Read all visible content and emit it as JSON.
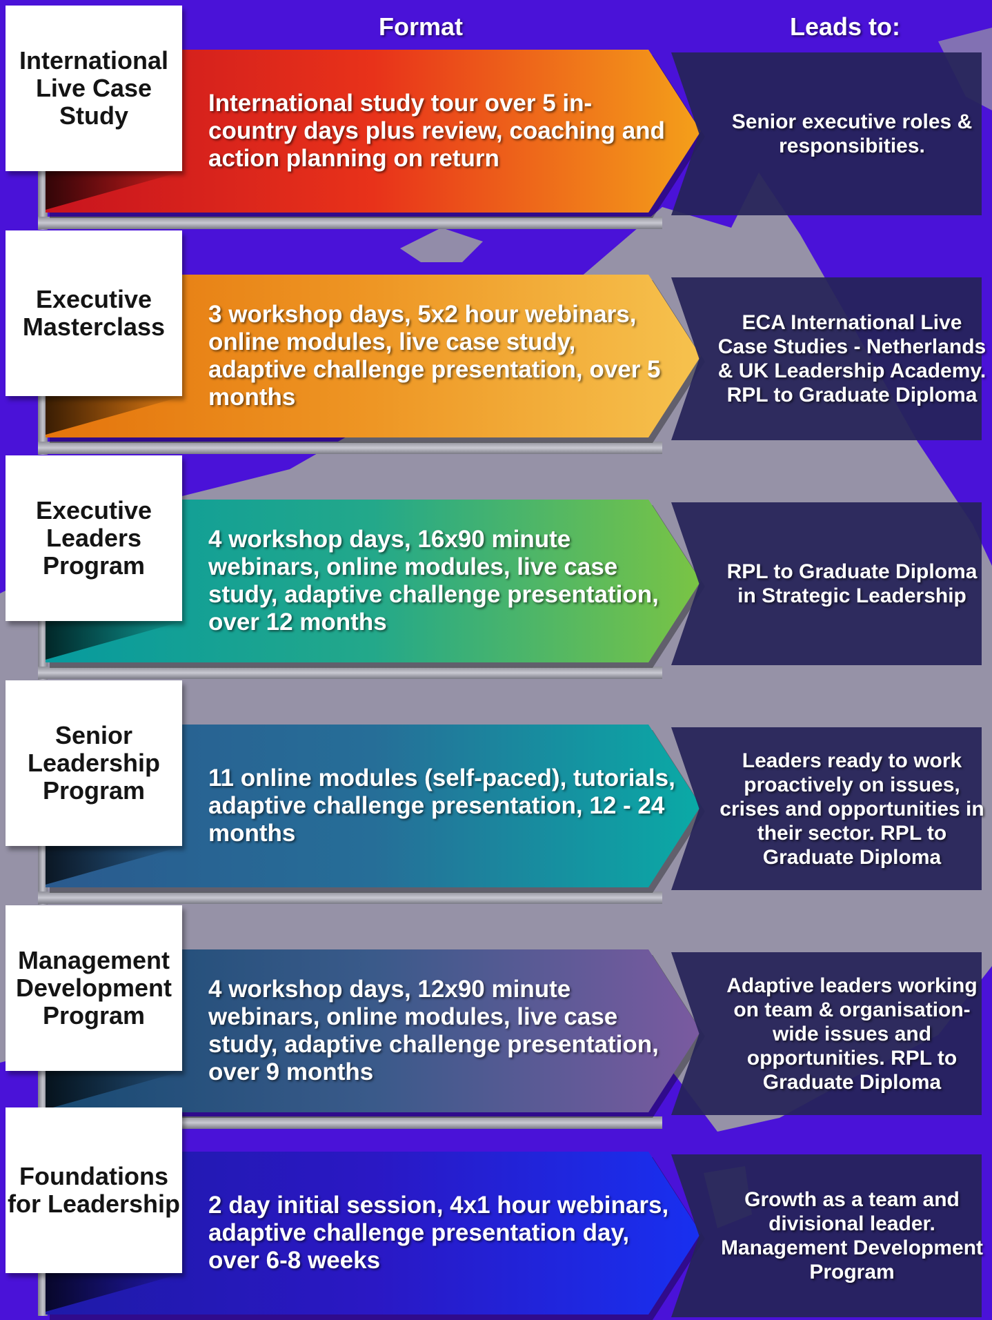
{
  "headers": {
    "format": "Format",
    "leads_to": "Leads to:"
  },
  "rows": [
    {
      "program": "International Live Case Study",
      "format": "International study tour over 5 in-country days plus review, coaching and action planning on return",
      "leads_to": "Senior executive roles & responsibities.",
      "gradient": [
        "#c8141e",
        "#e8321a",
        "#f4a01a"
      ]
    },
    {
      "program": "Executive Masterclass",
      "format": "3 workshop days, 5x2 hour webinars, online modules, live case study, adaptive challenge presentation, over 5 months",
      "leads_to": "ECA International Live Case Studies - Netherlands & UK Leadership Academy. RPL to Graduate Diploma",
      "gradient": [
        "#e4740c",
        "#ee9624",
        "#f6c24e"
      ]
    },
    {
      "program": "Executive Leaders Program",
      "format": "4 workshop days, 16x90 minute webinars, online modules, live case study, adaptive challenge presentation, over 12 months",
      "leads_to": "RPL to Graduate Diploma in Strategic Leadership",
      "gradient": [
        "#079a9e",
        "#23a88a",
        "#7ac444"
      ]
    },
    {
      "program": "Senior Leadership Program",
      "format": "11 online modules (self-paced), tutorials, adaptive challenge presentation, 12 - 24 months",
      "leads_to": "Leaders ready to work proactively on issues, crises and opportunities in their sector. RPL to Graduate Diploma",
      "gradient": [
        "#2a5a8e",
        "#266e98",
        "#0aaaa6"
      ]
    },
    {
      "program": "Management Development Program",
      "format": "4 workshop days, 12x90 minute webinars, online modules, live case study, adaptive challenge presentation, over 9 months",
      "leads_to": "Adaptive leaders working on team & organisation-wide issues and opportunities. RPL to Graduate Diploma",
      "gradient": [
        "#184a72",
        "#3a5a8a",
        "#7a5aa0"
      ]
    },
    {
      "program": "Foundations for Leadership",
      "format": "2 day initial session, 4x1 hour webinars, adaptive challenge presentation day, over 6-8 weeks",
      "leads_to": "Growth as a team and divisional leader. Management Development Program",
      "gradient": [
        "#1e1aa8",
        "#2a18c4",
        "#1830f0"
      ]
    }
  ]
}
